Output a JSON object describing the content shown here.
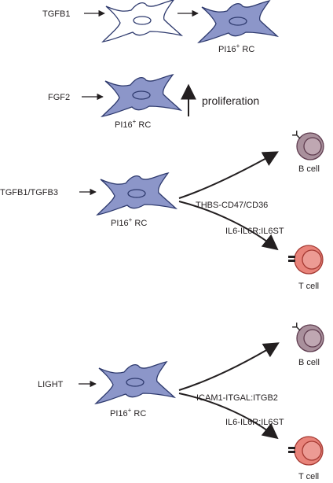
{
  "colors": {
    "fibroblast_fill": "#8c96c9",
    "fibroblast_stroke": "#2e3a6e",
    "quiescent_fill": "#ffffff",
    "b_cell_fill": "#a9909c",
    "b_cell_nucleus": "#bfa7b2",
    "b_cell_stroke": "#5f3c4f",
    "t_cell_fill": "#e8837a",
    "t_cell_nucleus": "#ec9b94",
    "t_cell_stroke": "#a53a33",
    "arrow": "#231f20"
  },
  "panel1": {
    "stimulus": "TGFB1",
    "rc_label": "PI16",
    "rc_sup": "+",
    "rc_suffix": " RC"
  },
  "panel2": {
    "stimulus": "FGF2",
    "rc_label": "PI16",
    "rc_sup": "+",
    "rc_suffix": " RC",
    "outcome": "proliferation"
  },
  "panel3": {
    "stimulus": "TGFB1/TGFB3",
    "rc_label": "PI16",
    "rc_sup": "+",
    "rc_suffix": " RC",
    "b_interaction": "THBS-CD47/CD36",
    "t_interaction": "IL6-IL6R:IL6ST",
    "b_cell": "B cell",
    "t_cell": "T cell"
  },
  "panel4": {
    "stimulus": "LIGHT",
    "rc_label": "PI16",
    "rc_sup": "+",
    "rc_suffix": " RC",
    "b_interaction": "ICAM1-ITGAL:ITGB2",
    "t_interaction": "IL6-IL6R:IL6ST",
    "b_cell": "B cell",
    "t_cell": "T cell"
  }
}
